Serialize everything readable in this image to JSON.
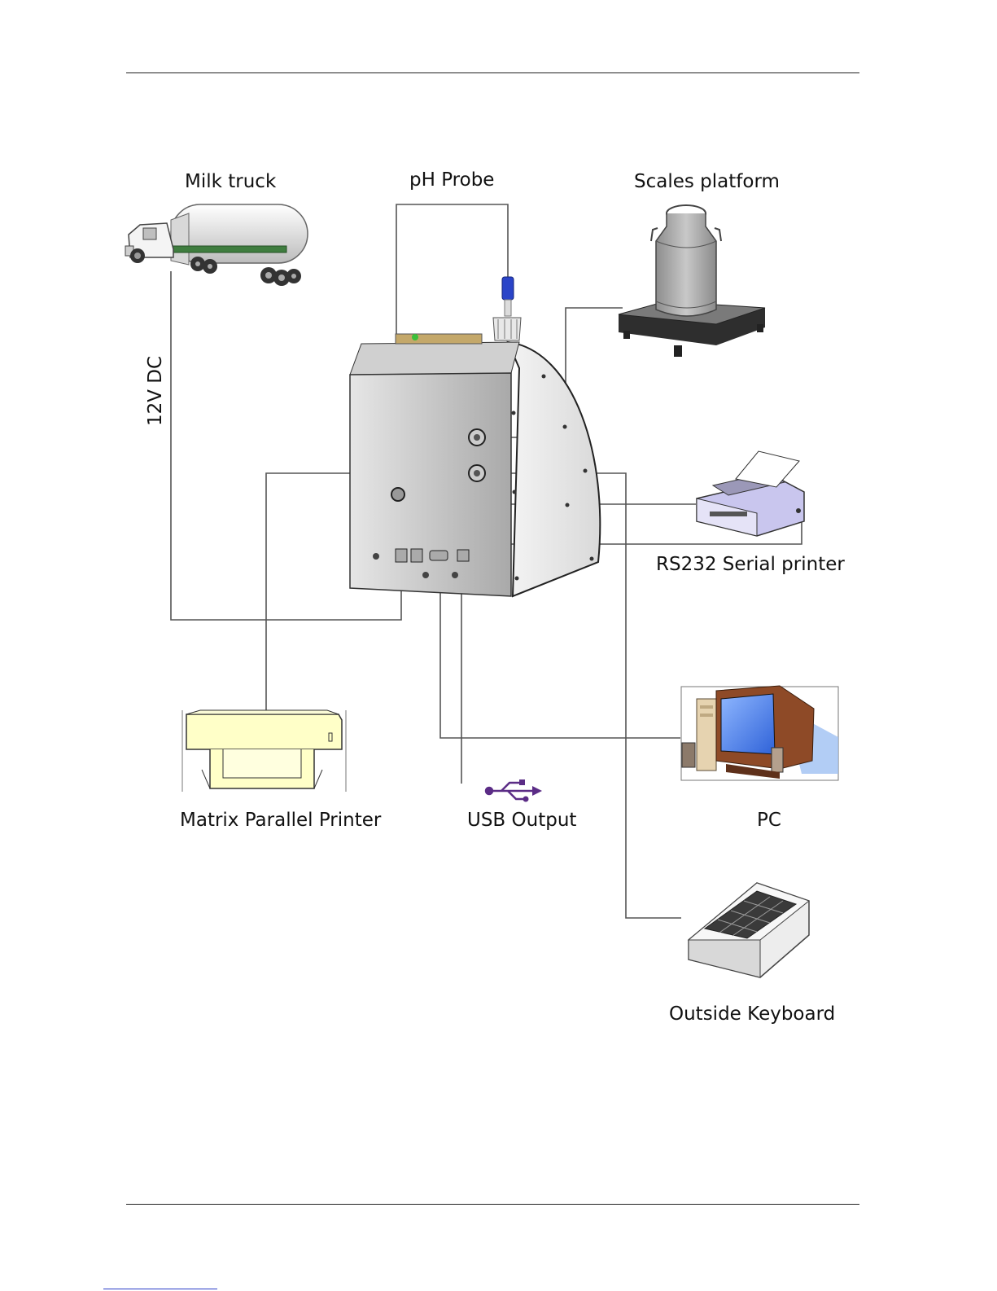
{
  "labels": {
    "milk_truck": "Milk truck",
    "ph_probe": "pH Probe",
    "scales_platform": "Scales platform",
    "power": "12V DC",
    "serial_printer": "RS232 Serial printer",
    "parallel_printer": "Matrix Parallel Printer",
    "usb_output": "USB Output",
    "pc": "PC",
    "keyboard": "Outside Keyboard"
  },
  "colors": {
    "wire": "#555555",
    "device_body": "#bdbdbd",
    "printer_body": "#c9c6ee",
    "parallel_printer_body": "#ffffc8",
    "usb_symbol": "#5b2c86"
  },
  "icons": [
    "milk-truck-icon",
    "ph-probe-icon",
    "milk-can-icon",
    "scale-icon",
    "analyzer-device-icon",
    "serial-printer-icon",
    "parallel-printer-icon",
    "usb-icon",
    "pc-icon",
    "keyboard-icon"
  ]
}
